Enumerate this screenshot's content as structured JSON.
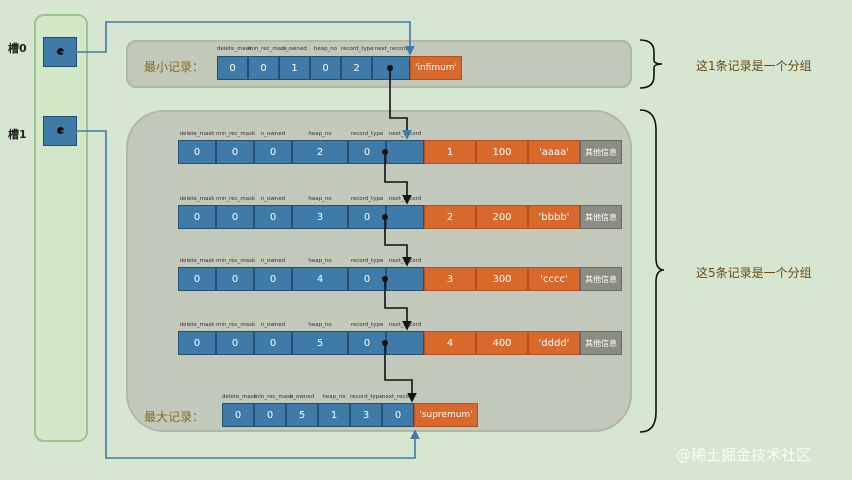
{
  "slots": [
    {
      "label": "槽0"
    },
    {
      "label": "槽1"
    }
  ],
  "header_fields": [
    "delete_mask",
    "min_rec_mask",
    "n_owned",
    "heap_no",
    "record_type",
    "next_record"
  ],
  "infimum": {
    "label": "最小记录：",
    "header_values": [
      "0",
      "0",
      "1",
      "0",
      "2",
      ""
    ],
    "data": [
      "'infimum'"
    ]
  },
  "records": [
    {
      "header_values": [
        "0",
        "0",
        "0",
        "2",
        "0",
        ""
      ],
      "data": [
        "1",
        "100",
        "'aaaa'"
      ],
      "extra": "其他信息"
    },
    {
      "header_values": [
        "0",
        "0",
        "0",
        "3",
        "0",
        ""
      ],
      "data": [
        "2",
        "200",
        "'bbbb'"
      ],
      "extra": "其他信息"
    },
    {
      "header_values": [
        "0",
        "0",
        "0",
        "4",
        "0",
        ""
      ],
      "data": [
        "3",
        "300",
        "'cccc'"
      ],
      "extra": "其他信息"
    },
    {
      "header_values": [
        "0",
        "0",
        "0",
        "5",
        "0",
        ""
      ],
      "data": [
        "4",
        "400",
        "'dddd'"
      ],
      "extra": "其他信息"
    }
  ],
  "supremum": {
    "label": "最大记录：",
    "header_values": [
      "0",
      "0",
      "5",
      "1",
      "3",
      "0"
    ],
    "data": [
      "'supremum'"
    ]
  },
  "groups": [
    {
      "label": "这1条记录是一个分组"
    },
    {
      "label": "这5条记录是一个分组"
    }
  ],
  "watermark": "@稀土掘金技术社区",
  "colors": {
    "background": "#d6e6d0",
    "header_cell": "#3e7ba8",
    "data_cell": "#d8692c",
    "extra_cell": "#8c8c84",
    "group_box": "#c2c8ba",
    "slot_column": "#9cc48c"
  }
}
